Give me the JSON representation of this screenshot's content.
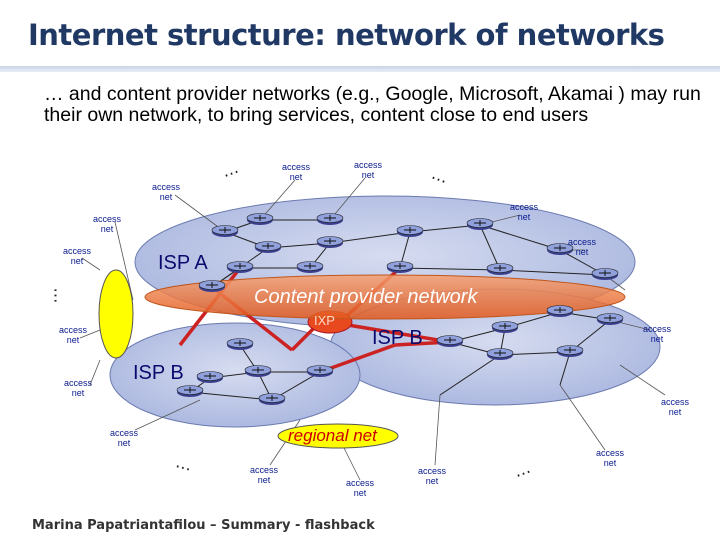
{
  "slide": {
    "title": "Internet structure: network of networks",
    "intro": "… and content provider networks  (e.g., Google, Microsoft, Akamai ) may run their own network, to bring services, content close to end users",
    "footer": "Marina Papatriantafilou –  Summary - flashback"
  },
  "diagram": {
    "isp_a_label": "ISP A",
    "isp_b_left_label": "ISP B",
    "isp_b_right_label": "ISP B",
    "content_provider_label": "Content provider network",
    "ixp_label": "IXP",
    "regional_net_label": "regional net",
    "access_net_label": "access\nnet",
    "ellipsis": "…",
    "colors": {
      "isp_cloud": "#b9c5e6",
      "content_provider": "#ef7432",
      "ixp": "#e8491f",
      "regional_net": "#ffff00",
      "inter_isp_link": "#cc2222",
      "access_net_text": "#0a1a8c"
    }
  }
}
